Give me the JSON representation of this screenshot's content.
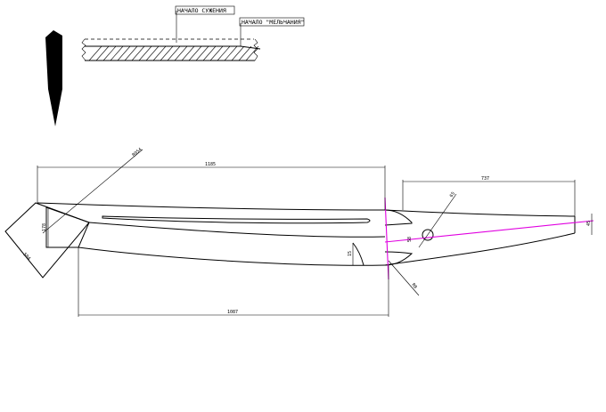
{
  "labels": {
    "start_narrowing": "НАЧАЛО СУЖЕНИЯ",
    "start_fineness": "НАЧАЛО \"МЕЛЬЧАНИЯ\""
  },
  "dimensions": {
    "overall_length": "1185",
    "tang_length": "737",
    "lower_length": "1087",
    "diagonal": "R954",
    "guard_height": "178",
    "guard_side": "504",
    "spine_height": "15",
    "guard_depth": "58",
    "tang_end_width": "45",
    "hole_dia": "65",
    "radius_small": "R8"
  },
  "colors": {
    "line": "#000000",
    "axis": "#e000e0"
  }
}
